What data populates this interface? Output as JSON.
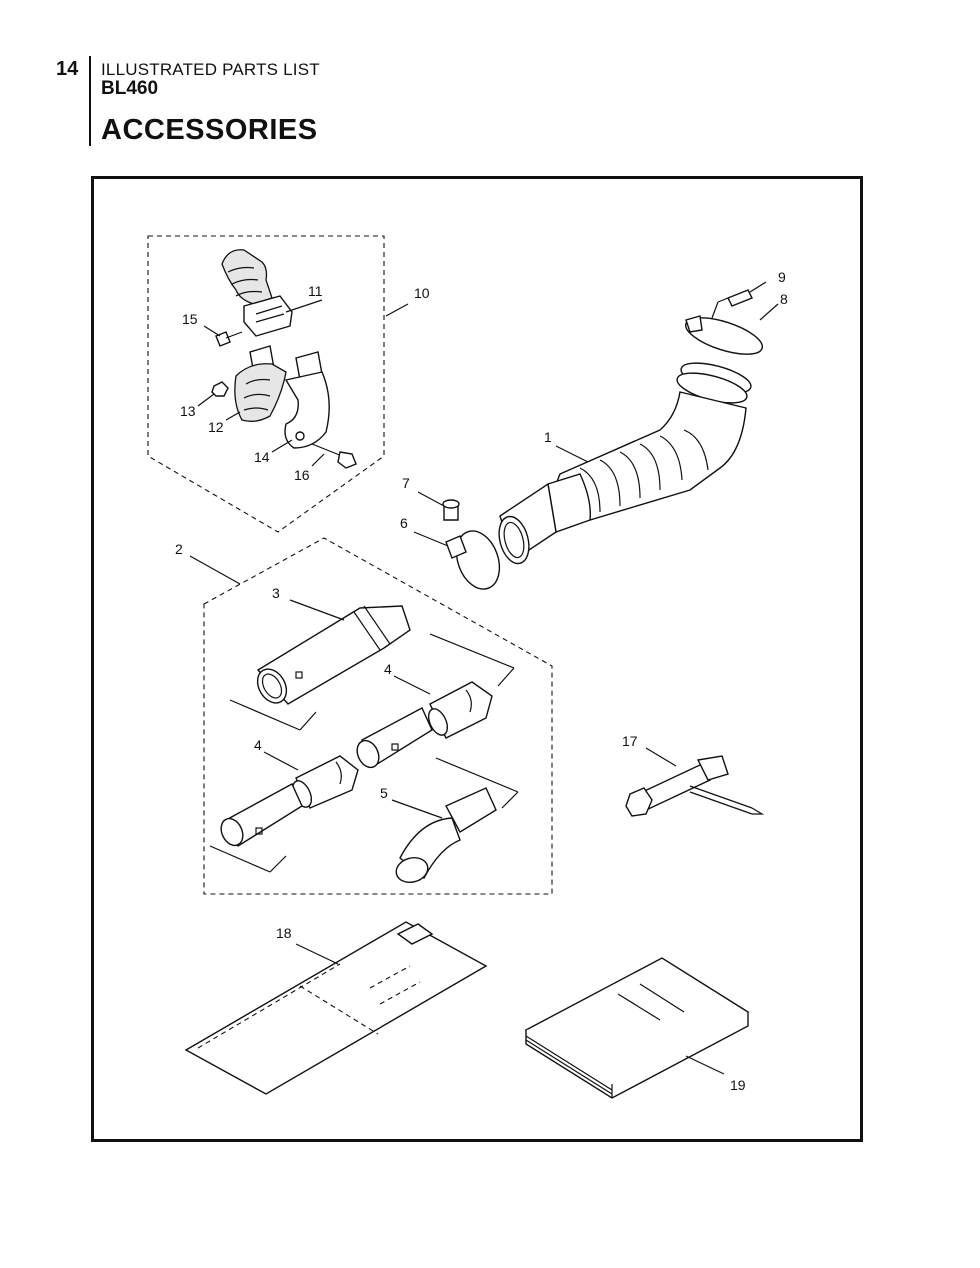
{
  "header": {
    "page_number": "14",
    "doc_type": "ILLUSTRATED PARTS LIST",
    "model": "BL460",
    "section_title": "ACCESSORIES"
  },
  "callouts": {
    "p1": "1",
    "p2": "2",
    "p3": "3",
    "p4a": "4",
    "p4b": "4",
    "p5": "5",
    "p6": "6",
    "p7": "7",
    "p8": "8",
    "p9": "9",
    "p10": "10",
    "p11": "11",
    "p12": "12",
    "p13": "13",
    "p14": "14",
    "p15": "15",
    "p16": "16",
    "p17": "17",
    "p18": "18",
    "p19": "19"
  }
}
